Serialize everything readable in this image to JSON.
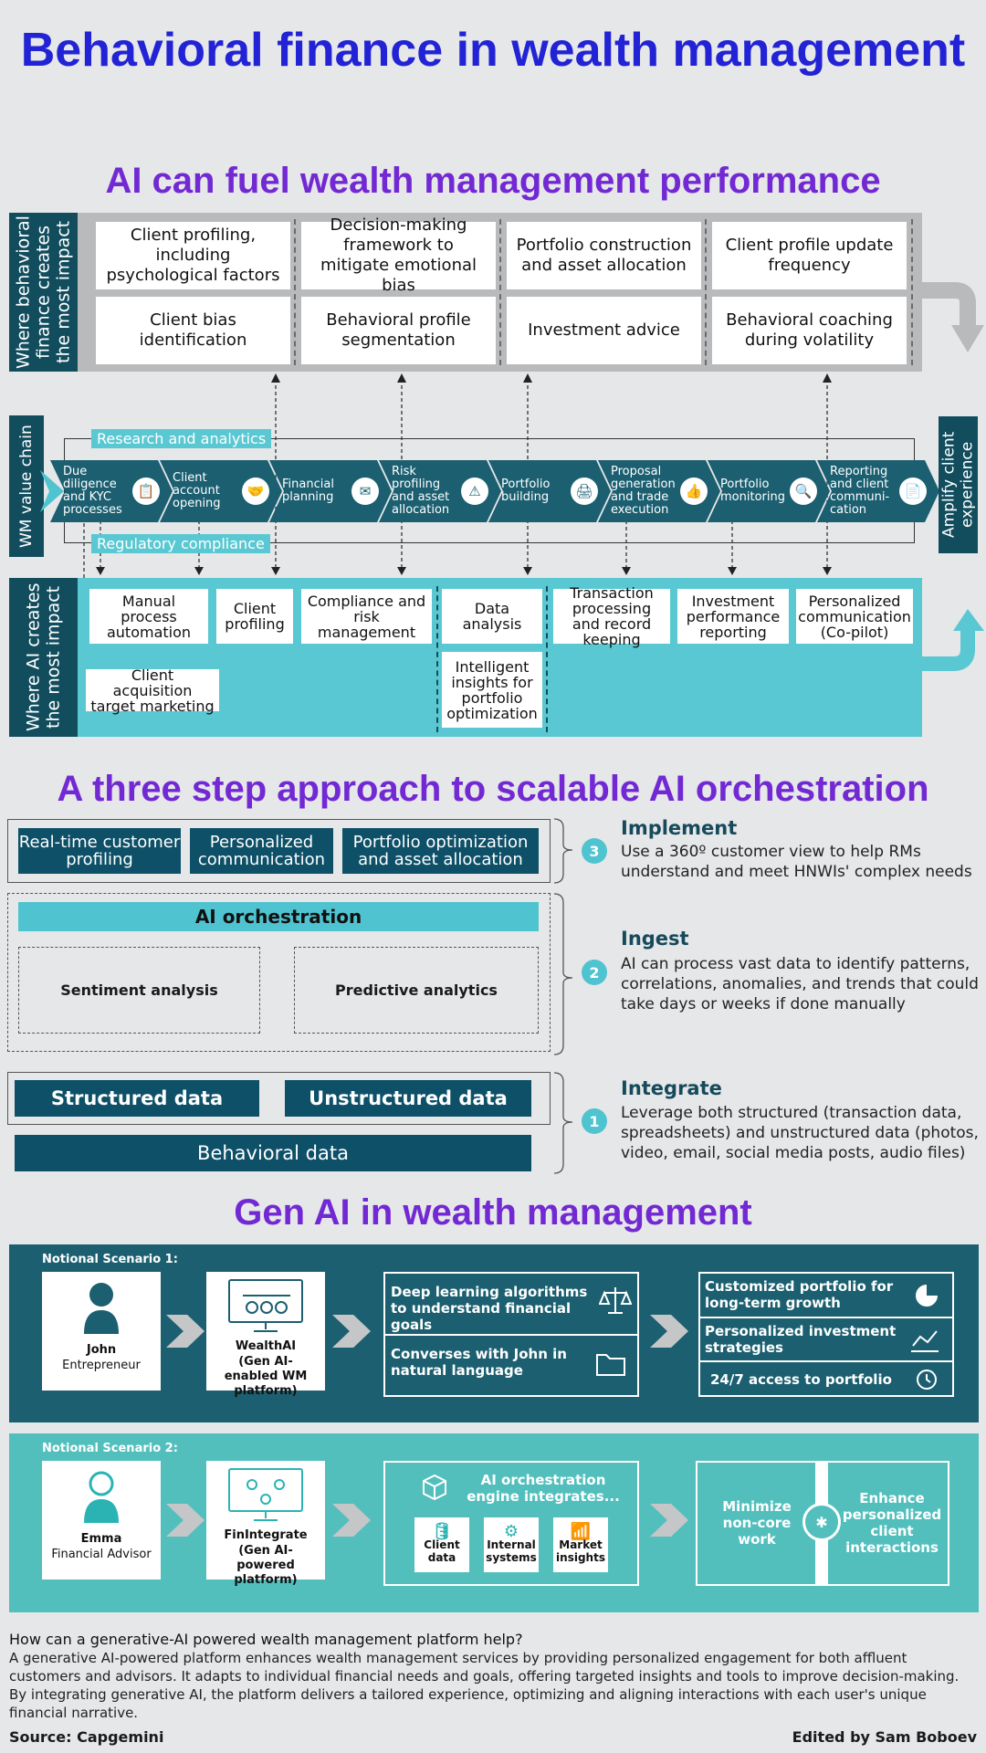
{
  "title": "Behavioral finance in wealth management",
  "section1": {
    "title": "AI can fuel wealth management performance",
    "bf_label": "Where behavioral finance creates the most impact",
    "bf_top": [
      "Client profiling, including psychological factors",
      "Decision-making framework to mitigate emotional bias",
      "Portfolio construction and asset allocation",
      "Client profile update frequency"
    ],
    "bf_bottom": [
      "Client bias identification",
      "Behavioral profile segmentation",
      "Investment advice",
      "Behavioral coaching during volatility"
    ],
    "vc_label": "WM value chain",
    "research_label": "Research and analytics",
    "regulatory_label": "Regulatory compliance",
    "amplify_label": "Amplify client experience",
    "chain": [
      {
        "label": "Due diligence and KYC processes",
        "icon": "📋"
      },
      {
        "label": "Client account opening",
        "icon": "🤝"
      },
      {
        "label": "Financial planning",
        "icon": "✉"
      },
      {
        "label": "Risk profiling and asset allocation",
        "icon": "⚠"
      },
      {
        "label": "Portfolio building",
        "icon": "🖨"
      },
      {
        "label": "Proposal generation and trade execution",
        "icon": "👍"
      },
      {
        "label": "Portfolio monitoring",
        "icon": "🔍"
      },
      {
        "label": "Reporting and client communi-cation",
        "icon": "📄"
      }
    ],
    "ai_label": "Where AI creates the most impact",
    "ai_cells": [
      "Manual process automation",
      "Client profiling",
      "Compliance and risk management",
      "Data analysis",
      "Transaction processing and record keeping",
      "Investment performance reporting",
      "Personalized communication (Co-pilot)"
    ],
    "ai_extra": [
      "Client acquisition target marketing",
      "Intelligent insights for portfolio optimization"
    ]
  },
  "section2": {
    "title": "A three step approach to scalable AI orchestration",
    "implement_items": [
      "Real-time customer profiling",
      "Personalized communication",
      "Portfolio optimization and asset allocation"
    ],
    "orchestration": "AI orchestration",
    "sentiment": "Sentiment analysis",
    "predictive": "Predictive analytics",
    "structured": "Structured data",
    "unstructured": "Unstructured data",
    "behavioral": "Behavioral data",
    "steps": [
      {
        "num": "3",
        "head": "Implement",
        "text": "Use a 360º customer view to help RMs understand and meet HNWIs' complex needs"
      },
      {
        "num": "2",
        "head": "Ingest",
        "text": "AI can process vast data to identify patterns, correlations, anomalies, and trends that could take days or weeks if done manually"
      },
      {
        "num": "1",
        "head": "Integrate",
        "text": "Leverage both structured (transaction data, spreadsheets) and unstructured data (photos, video, email, social media posts, audio files)"
      }
    ]
  },
  "section3": {
    "title": "Gen AI in wealth management",
    "s1": {
      "label": "Notional Scenario 1:",
      "person_name": "John",
      "person_role": "Entrepreneur",
      "platform_name": "WealthAI",
      "platform_desc": "(Gen AI-enabled WM platform)",
      "mid": [
        "Deep learning algorithms to understand financial goals",
        "Converses with John in natural language"
      ],
      "out": [
        "Customized portfolio for long-term growth",
        "Personalized investment strategies",
        "24/7 access to portfolio"
      ]
    },
    "s2": {
      "label": "Notional Scenario 2:",
      "person_name": "Emma",
      "person_role": "Financial Advisor",
      "platform_name": "FinIntegrate",
      "platform_desc": "(Gen AI-powered platform)",
      "mid_head": "AI orchestration engine integrates...",
      "mid_items": [
        "Client data",
        "Internal systems",
        "Market insights"
      ],
      "out_left": "Minimize non-core work",
      "out_right": "Enhance personalized client interactions"
    }
  },
  "footer": {
    "question": "How can a generative-AI powered wealth management platform help?",
    "body": "A generative AI-powered platform enhances wealth management services by providing personalized engagement for both affluent customers and advisors. It adapts to individual financial needs and goals, offering targeted insights and tools to improve decision-making. By integrating generative AI, the platform delivers a tailored experience, optimizing and aligning interactions with each user's unique financial narrative.",
    "source": "Source:  Capgemini",
    "edited": "Edited by Sam Boboev"
  }
}
